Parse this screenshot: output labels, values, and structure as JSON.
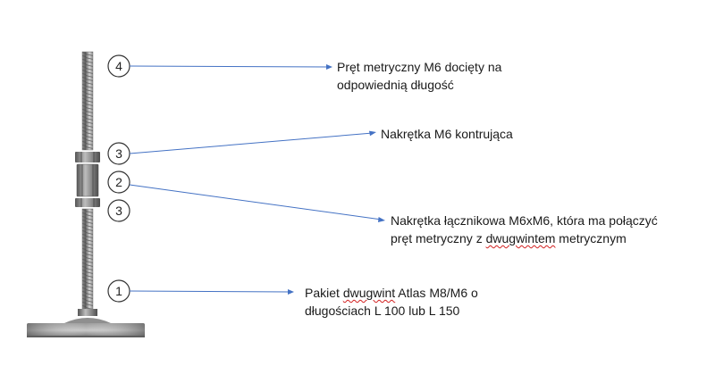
{
  "callouts": [
    {
      "number": "4",
      "lines": [
        [
          "Pręt metryczny M6 docięty na"
        ],
        [
          "odpowiednią długość"
        ]
      ]
    },
    {
      "number": "3",
      "lines": [
        [
          "Nakrętka M6 kontrująca"
        ]
      ]
    },
    {
      "number": "2",
      "lines": [
        [
          "Nakrętka łącznikowa M6xM6, która ma połączyć"
        ],
        [
          "pręt metryczny z ",
          "dwugwintem",
          " metrycznym"
        ]
      ]
    },
    {
      "number": "3",
      "lines": []
    },
    {
      "number": "1",
      "lines": [
        [
          "Pakiet ",
          "dwugwint",
          " Atlas M8/M6 o"
        ],
        [
          "długościach L 100 lub  L 150"
        ]
      ]
    }
  ],
  "colors": {
    "arrow": "#4472c4",
    "circle_stroke": "#333333",
    "spellcheck_underline": "#d21f1f"
  }
}
